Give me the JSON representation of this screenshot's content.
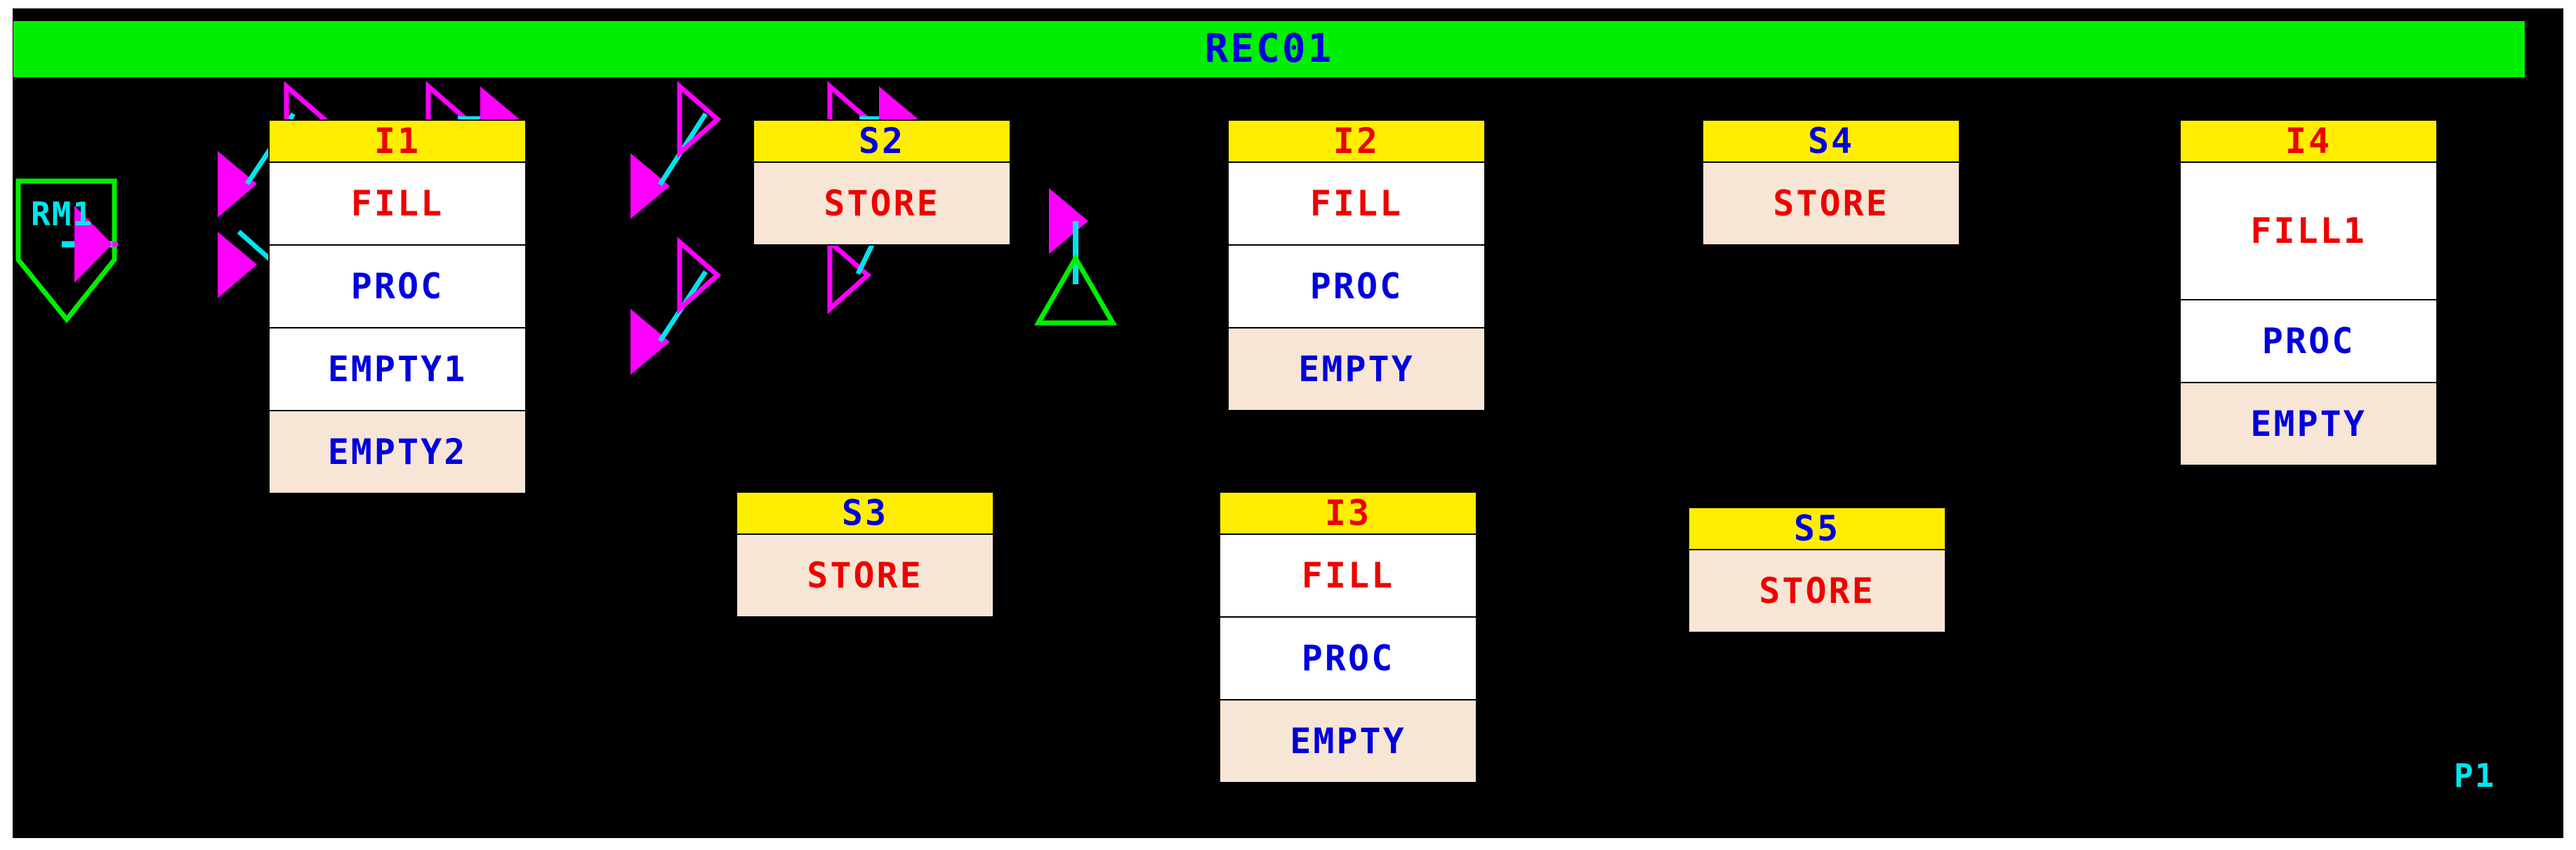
{
  "diagram": {
    "title": "REC01",
    "background_color": "#000000",
    "title_bar_color": "#00ef00",
    "title_text_color": "#0000dd",
    "header_fill_color": "#ffee00",
    "row_white_color": "#ffffff",
    "row_cream_color": "#f7e6d5",
    "red_text_color": "#ee0000",
    "blue_text_color": "#0000dd",
    "cyan_color": "#00e5ee",
    "magenta_color": "#ff00ff",
    "green_color": "#00ef00"
  },
  "terminals": [
    {
      "id": "rm1",
      "label": "RM1",
      "shape": "pentagon-source",
      "outline_color": "#00ef00",
      "label_color": "#00e5ee"
    },
    {
      "id": "p1",
      "label": "P1",
      "shape": "triangle-sink",
      "outline_color": "#00ef00",
      "label_color": "#00e5ee"
    }
  ],
  "nodes": [
    {
      "id": "i1",
      "header": "I1",
      "header_text_color": "red",
      "rows": [
        {
          "label": "FILL",
          "fill": "white",
          "text": "red"
        },
        {
          "label": "PROC",
          "fill": "white",
          "text": "blue"
        },
        {
          "label": "EMPTY1",
          "fill": "white",
          "text": "blue"
        },
        {
          "label": "EMPTY2",
          "fill": "cream",
          "text": "blue"
        }
      ]
    },
    {
      "id": "s2",
      "header": "S2",
      "header_text_color": "blue",
      "rows": [
        {
          "label": "STORE",
          "fill": "cream",
          "text": "red"
        }
      ]
    },
    {
      "id": "i2",
      "header": "I2",
      "header_text_color": "red",
      "rows": [
        {
          "label": "FILL",
          "fill": "white",
          "text": "red"
        },
        {
          "label": "PROC",
          "fill": "white",
          "text": "blue"
        },
        {
          "label": "EMPTY",
          "fill": "cream",
          "text": "blue"
        }
      ]
    },
    {
      "id": "s4",
      "header": "S4",
      "header_text_color": "blue",
      "rows": [
        {
          "label": "STORE",
          "fill": "cream",
          "text": "red"
        }
      ]
    },
    {
      "id": "i4",
      "header": "I4",
      "header_text_color": "red",
      "rows": [
        {
          "label": "FILL1",
          "fill": "white",
          "text": "red"
        },
        {
          "label": "PROC",
          "fill": "white",
          "text": "blue"
        },
        {
          "label": "EMPTY",
          "fill": "cream",
          "text": "blue"
        }
      ]
    },
    {
      "id": "s3",
      "header": "S3",
      "header_text_color": "blue",
      "rows": [
        {
          "label": "STORE",
          "fill": "cream",
          "text": "red"
        }
      ]
    },
    {
      "id": "i3",
      "header": "I3",
      "header_text_color": "red",
      "rows": [
        {
          "label": "FILL",
          "fill": "white",
          "text": "red"
        },
        {
          "label": "PROC",
          "fill": "white",
          "text": "blue"
        },
        {
          "label": "EMPTY",
          "fill": "cream",
          "text": "blue"
        }
      ]
    },
    {
      "id": "s5",
      "header": "S5",
      "header_text_color": "blue",
      "rows": [
        {
          "label": "STORE",
          "fill": "cream",
          "text": "red"
        }
      ]
    }
  ]
}
